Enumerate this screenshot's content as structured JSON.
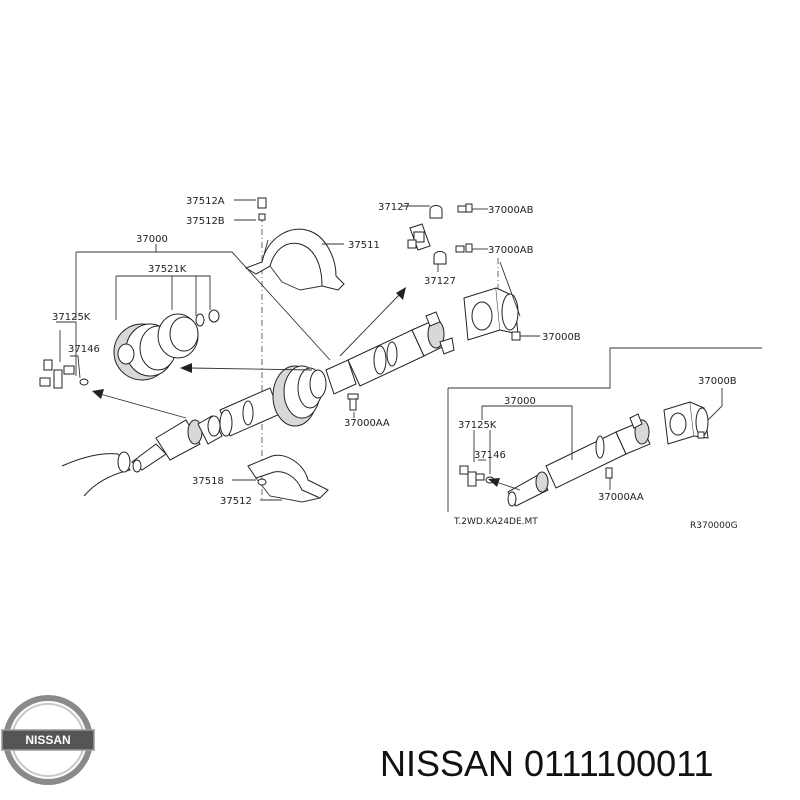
{
  "labels": {
    "l37512A": "37512A",
    "l37512B": "37512B",
    "l37000_main": "37000",
    "l37511": "37511",
    "l37521K": "37521K",
    "l37125K_main": "37125K",
    "l37146_main": "37146",
    "l37127_top": "37127",
    "l37000AB_top": "37000AB",
    "l37000AB_mid": "37000AB",
    "l37127_bottom": "37127",
    "l37000B_main": "37000B",
    "l37000AA_main": "37000AA",
    "l37518": "37518",
    "l37512": "37512",
    "l37000_inset": "37000",
    "l37000B_inset": "37000B",
    "l37125K_inset": "37125K",
    "l37146_inset": "37146",
    "l37000AA_inset": "37000AA"
  },
  "inset_caption": "T.2WD.KA24DE.MT",
  "diagram_code": "R370000G",
  "logo": {
    "text": "NISSAN"
  },
  "footer": {
    "part_line": "NISSAN 0111100011"
  }
}
